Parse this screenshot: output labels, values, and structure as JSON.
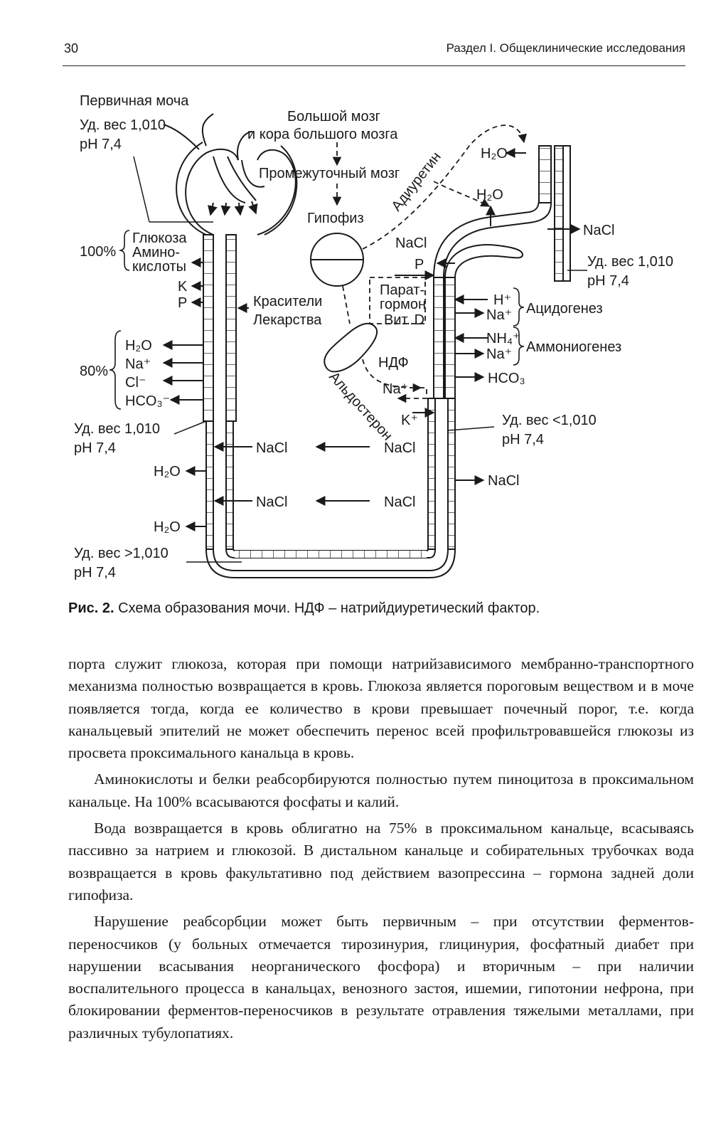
{
  "header": {
    "page_number": "30",
    "section_title": "Раздел I. Общеклинические исследования"
  },
  "figure": {
    "labels": {
      "primary_urine": "Первичная моча",
      "sg_1010_a": "Уд. вес 1,010",
      "ph_a": "pH 7,4",
      "brain_1": "Большой мозг",
      "brain_2": "и кора большого мозга",
      "diencephalon": "Промежуточный мозг",
      "hypophysis": "Гипофиз",
      "adiuretin": "Адиуретин",
      "h2o_top_left": "H₂O",
      "h2o_top_mid": "H₂O",
      "nacl_top_right": "NaCl",
      "sg_1010_b": "Уд. вес 1,010",
      "ph_b": "pH 7,4",
      "nacl_distal": "NaCl",
      "p_distal": "P",
      "parat_1": "Парат-",
      "parat_2": "гормон",
      "vit_d": "Вит. D",
      "h_plus": "H⁺",
      "na_plus_1": "Na⁺",
      "acidogenesis": "Ацидогенез",
      "nh4": "NH₄⁺",
      "na_plus_2": "Na⁺",
      "ammoniogenesis": "Аммониогенез",
      "hco3_right": "HCO₃",
      "ndf": "НДФ",
      "na_plus_3": "Na⁺",
      "k_plus": "K⁺",
      "aldosterone": "Альдостерон",
      "sg_lt": "Уд. вес <1,010",
      "ph_c": "pH 7,4",
      "nacl_right_out": "NaCl",
      "pct_100": "100%",
      "glucose": "Глюкоза",
      "amino_1": "Амино-",
      "amino_2": "кислоты",
      "k": "K",
      "p": "P",
      "dyes": "Красители",
      "drugs": "Лекарства",
      "pct_80": "80%",
      "h2o_80": "H₂O",
      "na_80": "Na⁺",
      "cl_80": "Cl⁻",
      "hco3_80": "HCO₃⁻",
      "sg_1010_c": "Уд. вес 1,010",
      "ph_d": "pH 7,4",
      "h2o_desc_1": "H₂O",
      "h2o_desc_2": "H₂O",
      "nacl_loop_1a": "NaCl",
      "nacl_loop_1b": "NaCl",
      "nacl_loop_2a": "NaCl",
      "nacl_loop_2b": "NaCl",
      "sg_gt": "Уд. вес >1,010",
      "ph_e": "pH 7,4"
    }
  },
  "caption": {
    "label": "Рис. 2.",
    "text": " Схема образования мочи. НДФ – натрийдиуретический фактор."
  },
  "body": {
    "p1": "порта служит глюкоза, которая при помощи натрийзависимого мембранно-транспортного механизма полностью возвращается в кровь. Глюкоза является пороговым веществом и в моче появляется тогда, когда ее количество в крови превышает почечный порог, т.е. когда канальцевый эпителий не может обеспечить перенос всей профильтровавшейся глюкозы из просвета проксимального канальца в кровь.",
    "p2": "Аминокислоты и белки реабсорбируются полностью путем пиноцитоза в проксимальном канальце. На 100% всасываются фосфаты и калий.",
    "p3": "Вода возвращается в кровь облигатно на 75% в проксимальном канальце, всасываясь пассивно за натрием и глюкозой. В дистальном канальце и собирательных трубочках вода возвращается в кровь факультативно под действием вазопрессина – гормона задней доли гипофиза.",
    "p4": "Нарушение реабсорбции может быть первичным – при отсутствии ферментов-переносчиков (у больных отмечается тирозинурия, глицинурия, фосфатный диабет при нарушении всасывания неорганического фосфора) и вторичным – при наличии воспалительного процесса в канальцах, венозного застоя, ишемии, гипотонии нефрона, при блокировании ферментов-переносчиков в результате отравления тяжелыми металлами, при различных тубулопатиях."
  }
}
